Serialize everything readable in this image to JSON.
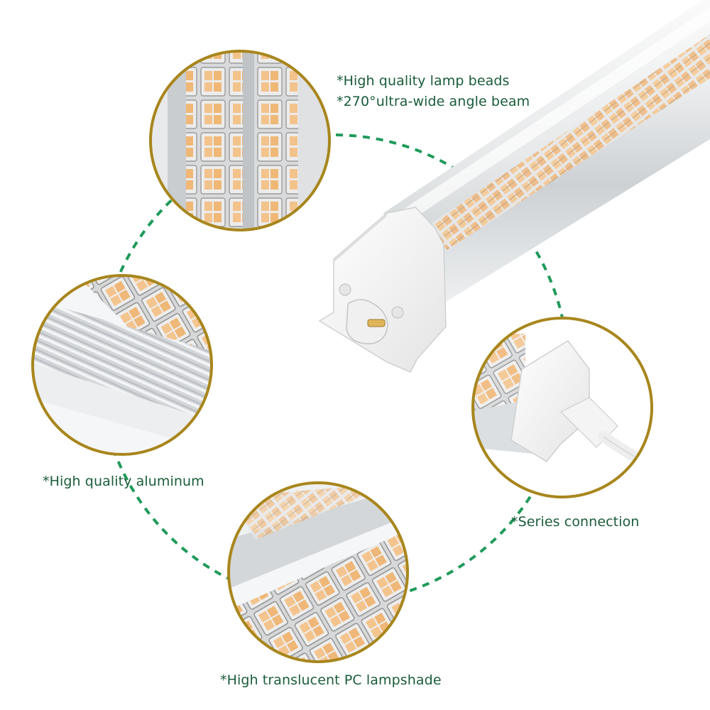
{
  "colors": {
    "accent_green": "#1a5c3a",
    "dashed_green": "#1f9a5a",
    "ring_gold": "#a8861d",
    "led_warm": "#f3c38c",
    "led_chip": "#e9e9e9"
  },
  "callouts": {
    "lamp_beads": {
      "line1": "*High quality lamp beads",
      "line2": "*270°ultra-wide angle beam",
      "icon": "led-beads-closeup"
    },
    "aluminum": {
      "line1": "*High quality aluminum",
      "icon": "aluminum-profile-closeup"
    },
    "series": {
      "line1": "*Series connection",
      "icon": "power-plug-closeup"
    },
    "lampshade": {
      "line1": "*High translucent PC lampshade",
      "icon": "pc-cover-closeup"
    }
  },
  "product": {
    "icon": "led-tube-light"
  }
}
